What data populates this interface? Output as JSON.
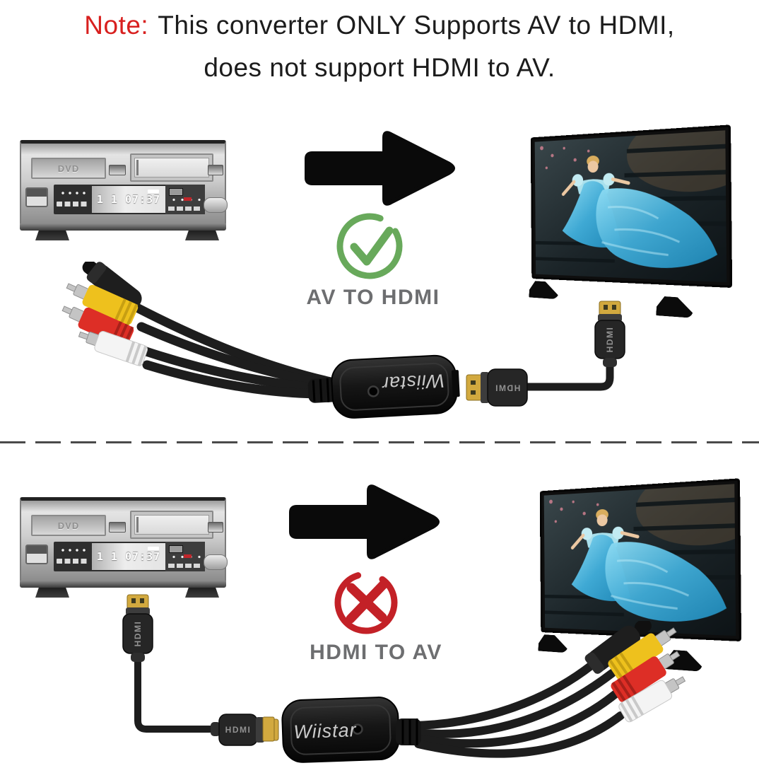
{
  "note": {
    "prefix": "Note:",
    "line1": "This converter ONLY Supports AV to HDMI,",
    "line2": "does not support HDMI to AV."
  },
  "sections": {
    "top": {
      "label": "AV TO HDMI",
      "status": "supported",
      "status_icon": "check-circle",
      "arrow_icon": "right-arrow",
      "source_device": "DVD player",
      "target_device": "TV"
    },
    "bottom": {
      "label": "HDMI TO AV",
      "status": "not-supported",
      "status_icon": "cross-circle",
      "arrow_icon": "right-arrow",
      "source_device": "DVD player",
      "target_device": "TV"
    }
  },
  "dvd": {
    "tray_label": "DVD",
    "display_text": "1 1 07:37"
  },
  "brand": {
    "name": "Wiistar",
    "port_label": "HDMI"
  },
  "colors": {
    "note_red": "#d8201f",
    "label_gray": "#6d6e70",
    "check_green": "#68a95b",
    "cross_red": "#c32127",
    "rca_yellow": "#eec11d",
    "rca_red": "#dd2e26",
    "rca_white": "#f4f4f4",
    "gold": "#d2a93f",
    "cable": "#1d1d1d",
    "divider": "#4a4a4a"
  }
}
